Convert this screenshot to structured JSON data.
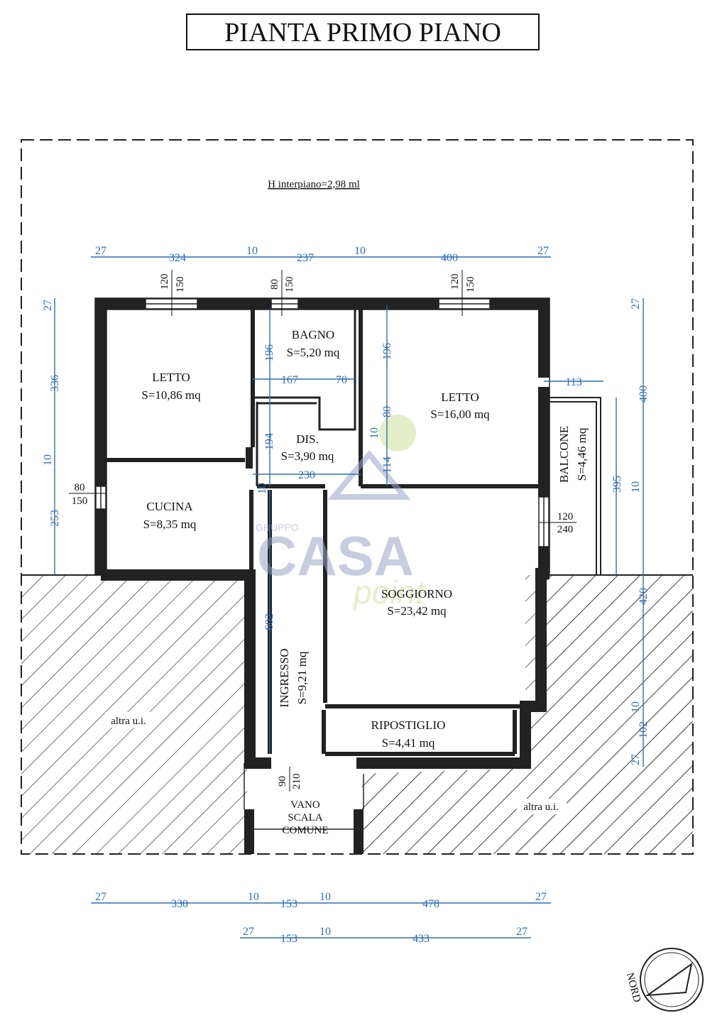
{
  "title": "PIANTA PRIMO PIANO",
  "height_note": "H interpiano=2,98 ml",
  "rooms": [
    {
      "name": "LETTO",
      "area": "S=10,86 mq"
    },
    {
      "name": "BAGNO",
      "area": "S=5,20 mq"
    },
    {
      "name": "LETTO",
      "area": "S=16,00 mq"
    },
    {
      "name": "DIS.",
      "area": "S=3,90 mq"
    },
    {
      "name": "CUCINA",
      "area": "S=8,35 mq"
    },
    {
      "name": "SOGGIORNO",
      "area": "S=23,42 mq"
    },
    {
      "name": "RIPOSTIGLIO",
      "area": "S=4,41 mq"
    },
    {
      "name": "INGRESSO",
      "area": "S=9,21 mq"
    },
    {
      "name": "BALCONE",
      "area": "S=4,46 mq"
    }
  ],
  "stair": [
    "VANO",
    "SCALA",
    "COMUNE"
  ],
  "other_units": [
    "altra u.i.",
    "altra u.i."
  ],
  "windows": [
    {
      "w": "120",
      "h": "150"
    },
    {
      "w": "80",
      "h": "150"
    },
    {
      "w": "120",
      "h": "150"
    },
    {
      "w": "80",
      "h": "150"
    },
    {
      "w": "120",
      "h": "240"
    },
    {
      "w": "90",
      "h": "210"
    }
  ],
  "dimensions": {
    "top": [
      "27",
      "324",
      "10",
      "237",
      "10",
      "400",
      "27"
    ],
    "bottom1": [
      "27",
      "330",
      "10",
      "153",
      "10",
      "478",
      "27"
    ],
    "bottom2": [
      "27",
      "153",
      "10",
      "433",
      "27"
    ],
    "left": [
      "27",
      "336",
      "10",
      "253"
    ],
    "right": [
      "27",
      "400",
      "10",
      "420",
      "10",
      "102",
      "27"
    ],
    "inner": [
      "196",
      "167",
      "70",
      "194",
      "230",
      "196",
      "114",
      "10",
      "80",
      "113",
      "395",
      "10",
      "602"
    ]
  },
  "north": "NORD",
  "watermark": {
    "brand": "CASA",
    "sub": "point",
    "group": "GRUPPO"
  },
  "colors": {
    "dimension": "#2d6fb5",
    "ink": "#111111",
    "watermark": "#9aa6c4",
    "watermark_green": "#cfe3a0"
  }
}
